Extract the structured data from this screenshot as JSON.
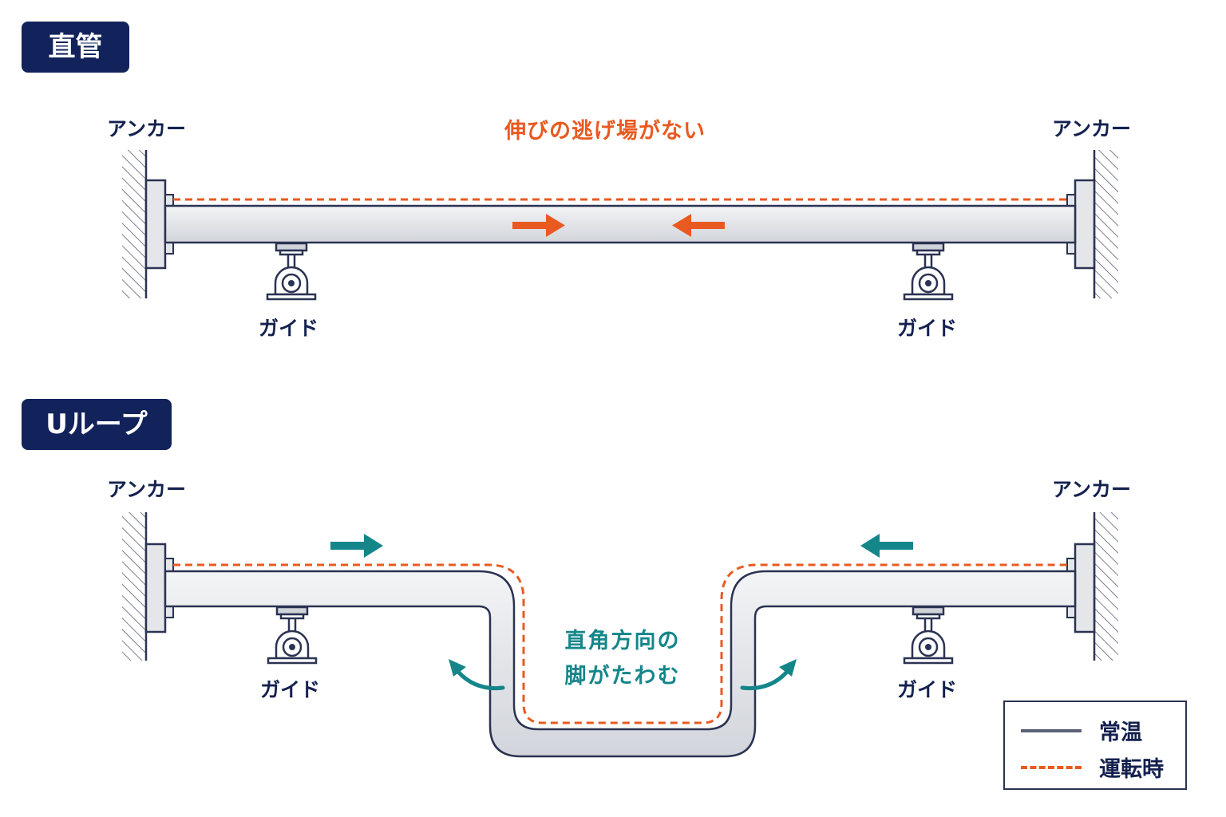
{
  "sections": {
    "straight": {
      "title": "直管",
      "anchor_left": "アンカー",
      "anchor_right": "アンカー",
      "guide_left": "ガイド",
      "guide_right": "ガイド",
      "note": "伸びの逃げ場がない"
    },
    "uloop": {
      "title": "Uループ",
      "anchor_left": "アンカー",
      "anchor_right": "アンカー",
      "guide_left": "ガイド",
      "guide_right": "ガイド",
      "note_line1": "直角方向の",
      "note_line2": "脚がたわむ"
    }
  },
  "legend": {
    "normal": "常温",
    "operating": "運転時"
  },
  "colors": {
    "navy": "#12235b",
    "pipe_outline": "#2b3352",
    "pipe_fill": "#e4e6ea",
    "expansion_orange": "#e85a20",
    "teal": "#14868a"
  },
  "icons": [
    "wall-hatch-icon",
    "flange-icon",
    "guide-support-icon",
    "arrow-right-icon",
    "arrow-left-icon",
    "curved-arrow-icon"
  ]
}
